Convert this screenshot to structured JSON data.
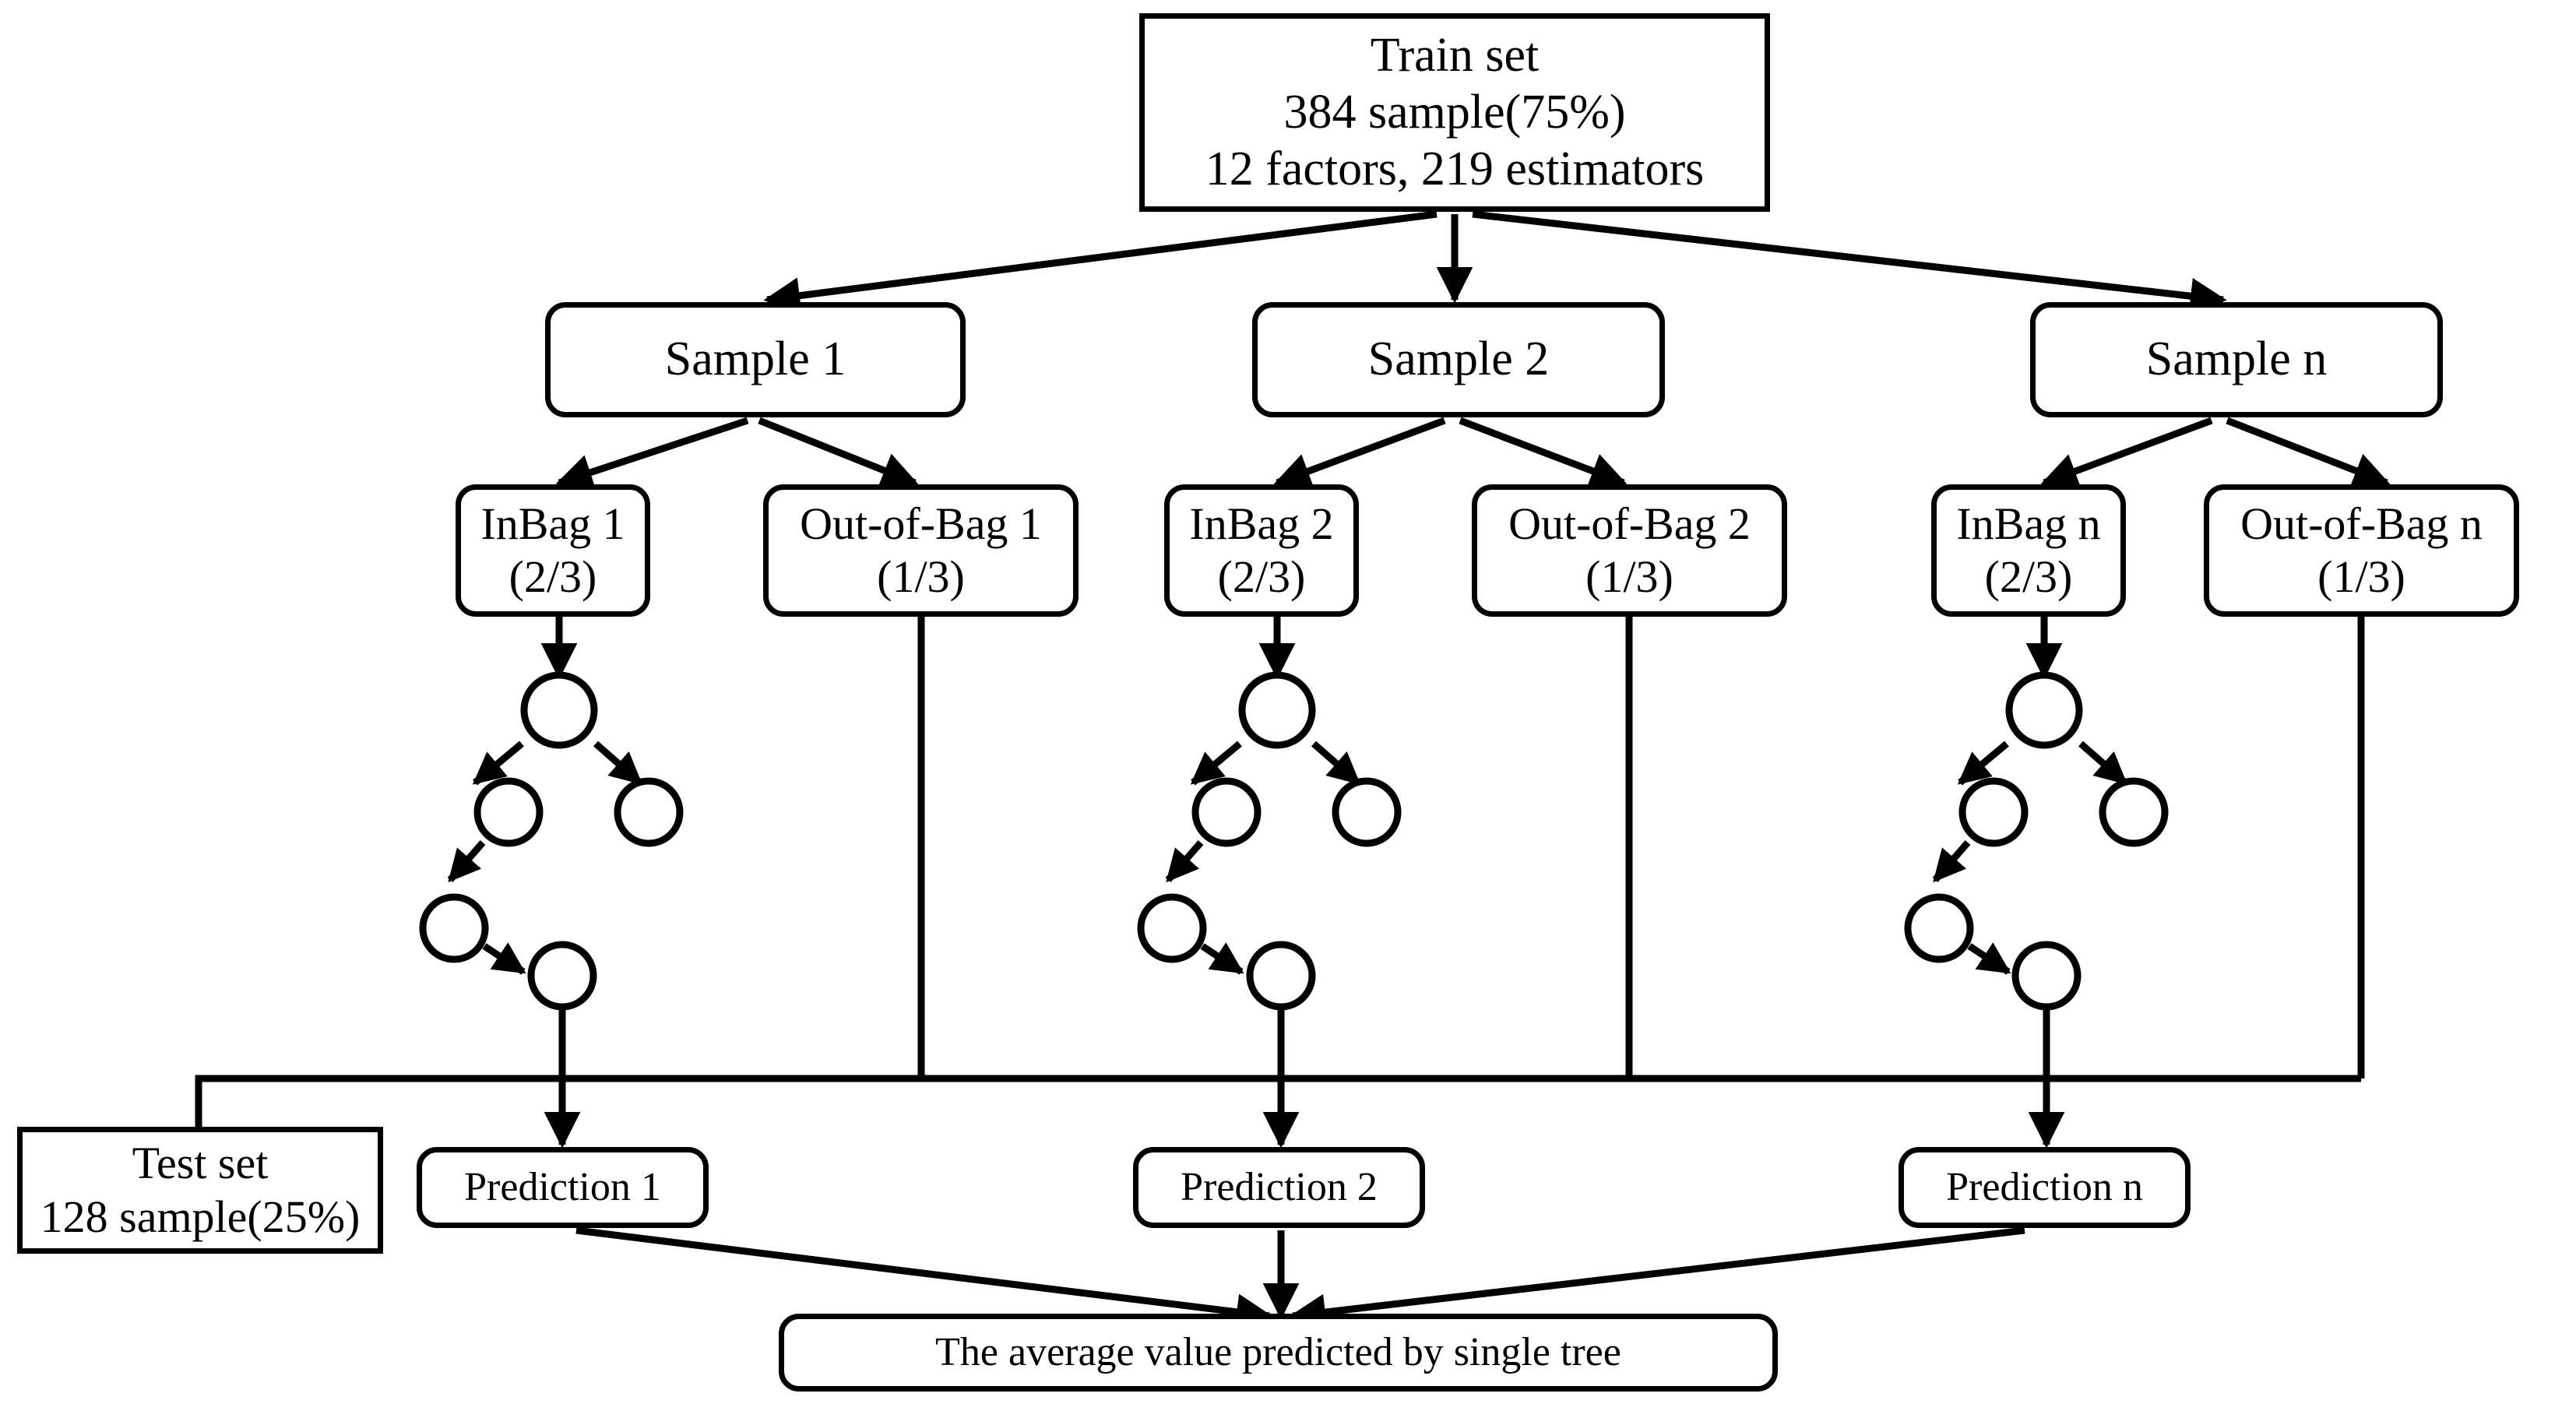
{
  "diagram": {
    "title": "Random Forest bagging / bootstrap aggregation flowchart",
    "stroke_color": "#000000",
    "background_color": "#ffffff",
    "nodes": {
      "train_set": {
        "lines": [
          "Train set",
          "384 sample(75%)",
          "12 factors,  219 estimators"
        ]
      },
      "test_set": {
        "lines": [
          "Test set",
          "128 sample(25%)"
        ]
      },
      "samples": [
        {
          "label": "Sample 1"
        },
        {
          "label": "Sample 2"
        },
        {
          "label": "Sample n"
        }
      ],
      "inbags": [
        {
          "line1": "InBag 1",
          "line2": "(2/3)"
        },
        {
          "line1": "InBag 2",
          "line2": "(2/3)"
        },
        {
          "line1": "InBag n",
          "line2": "(2/3)"
        }
      ],
      "outofbags": [
        {
          "line1": "Out-of-Bag 1",
          "line2": "(1/3)"
        },
        {
          "line1": "Out-of-Bag 2",
          "line2": "(1/3)"
        },
        {
          "line1": "Out-of-Bag n",
          "line2": "(1/3)"
        }
      ],
      "predictions": [
        {
          "label": "Prediction 1"
        },
        {
          "label": "Prediction 2"
        },
        {
          "label": "Prediction n"
        }
      ],
      "average": {
        "label": "The average value predicted by  single tree"
      }
    },
    "trees": {
      "count": 3,
      "nodes_per_tree": 5,
      "description": "decision tree with root, two children, then a left-chain of two further nodes"
    }
  }
}
